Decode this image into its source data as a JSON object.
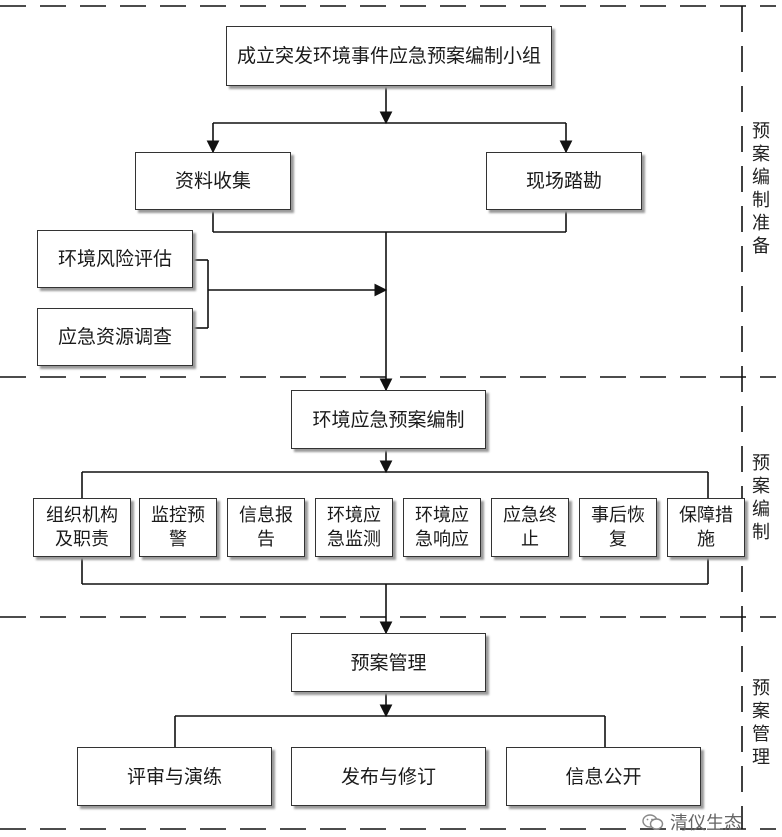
{
  "title_box": "成立突发环境事件应急预案编制小组",
  "prep": {
    "left": "资料收集",
    "right": "现场踏勘",
    "risk": "环境风险评估",
    "resource": "应急资源调查"
  },
  "compile_box": "环境应急预案编制",
  "items": [
    [
      "组织机构",
      "及职责"
    ],
    [
      "监控预",
      "警"
    ],
    [
      "信息报",
      "告"
    ],
    [
      "环境应",
      "急监测"
    ],
    [
      "环境应",
      "急响应"
    ],
    [
      "应急终",
      "止"
    ],
    [
      "事后恢",
      "复"
    ],
    [
      "保障措",
      "施"
    ]
  ],
  "manage_box": "预案管理",
  "manage": {
    "review": "评审与演练",
    "publish": "发布与修订",
    "disclose": "信息公开"
  },
  "stage_labels": {
    "prep": [
      "预",
      "案",
      "编",
      "制",
      "准",
      "备"
    ],
    "compile": [
      "预",
      "案",
      "编",
      "制"
    ],
    "manage": [
      "预",
      "案",
      "管",
      "理"
    ]
  },
  "watermark": "清仪生态"
}
